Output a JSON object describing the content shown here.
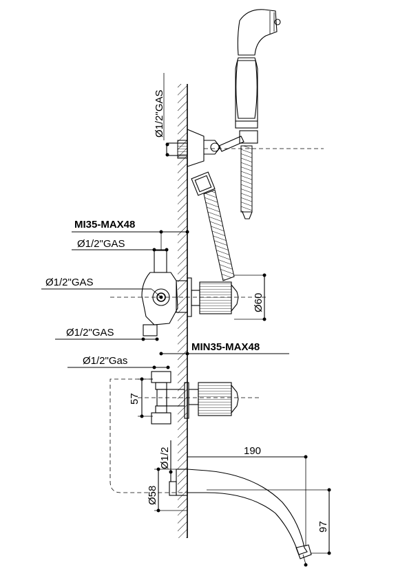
{
  "labels": {
    "hand_shower_inlet": "Ø1/2\"GAS",
    "mixer_depth": "MI35-MAX48",
    "upper_inlet": "Ø1/2\"GAS",
    "side_inlet": "Ø1/2\"GAS",
    "lower_inlet": "Ø1/2\"GAS",
    "diverter_depth": "MIN35-MAX48",
    "diverter_inlet": "Ø1/2\"Gas",
    "handle_diameter": "Ø60",
    "diverter_height": "57",
    "spout_length": "190",
    "spout_inlet": "Ø1/2",
    "spout_flange": "Ø58",
    "spout_height": "97"
  }
}
